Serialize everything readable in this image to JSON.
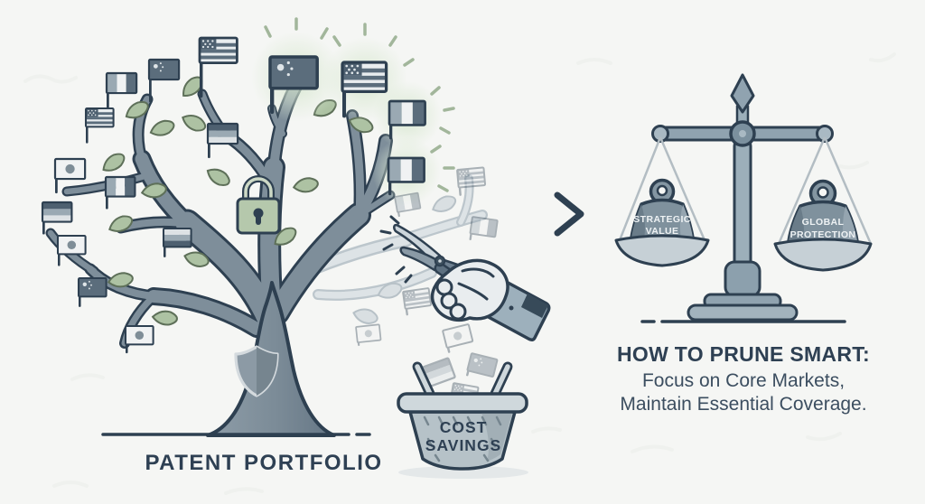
{
  "scene": {
    "type": "infographic-illustration",
    "background_color": "#f5f6f4",
    "ink_color": "#2e4051",
    "leaf_green": "#adc2a3",
    "glow_green": "#d9e9d2",
    "steel_gray": "#7f919d"
  },
  "portfolio_tree": {
    "caption": "PATENT PORTFOLIO",
    "icons": {
      "tree": "patent-tree-icon",
      "lock": "padlock-icon",
      "shield": "shield-icon",
      "flags": [
        "us-flag-icon",
        "china-flag-icon",
        "france-flag-icon",
        "germany-flag-icon",
        "japan-flag-icon"
      ]
    }
  },
  "pruning": {
    "tool_icon": "pruning-shears-icon",
    "hand_icon": "hand-icon",
    "basket": {
      "icon": "basket-icon",
      "label_line1": "COST",
      "label_line2": "SAVINGS"
    }
  },
  "balance_scale": {
    "icon": "balance-scale-icon",
    "left_weight": {
      "line1": "STRATEGIC",
      "line2": "VALUE"
    },
    "right_weight": {
      "line1": "GLOBAL",
      "line2": "PROTECTION"
    }
  },
  "message": {
    "title": "HOW TO PRUNE SMART:",
    "line1": "Focus on Core Markets,",
    "line2": "Maintain Essential Coverage."
  },
  "arrow_icon": "right-arrow-icon"
}
